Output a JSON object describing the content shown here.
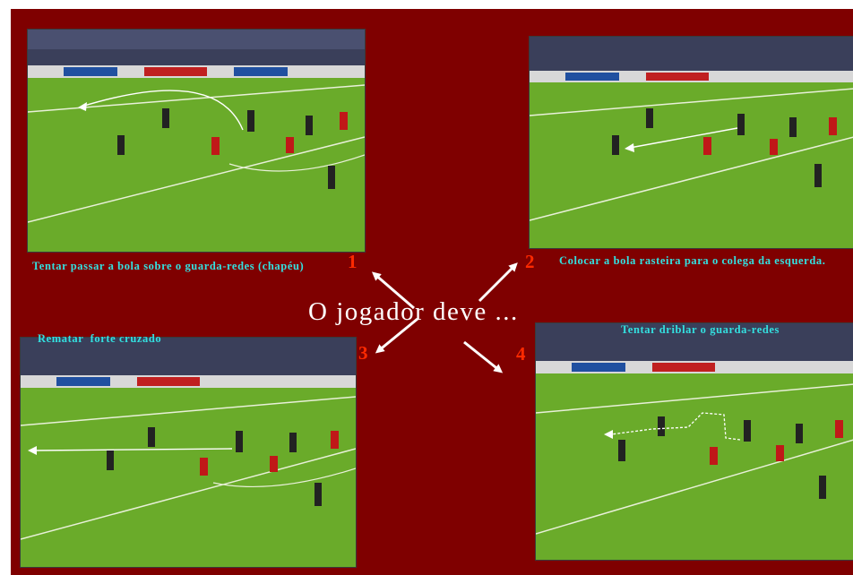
{
  "center_text": "O jogador deve ...",
  "options": [
    {
      "number": "1",
      "caption": "Tentar passar a bola sobre o guarda-redes (chapéu)"
    },
    {
      "number": "2",
      "caption": "Colocar a bola rasteira para o colega da esquerda."
    },
    {
      "number": "3",
      "caption": "Rematar  forte cruzado"
    },
    {
      "number": "4",
      "caption": "Tentar driblar o guarda-redes"
    }
  ],
  "colors": {
    "background": "#7f0000",
    "caption": "#33e0e0",
    "number": "#ff2a00",
    "center_text": "#ffffff",
    "pitch": "#5f9f1f"
  }
}
